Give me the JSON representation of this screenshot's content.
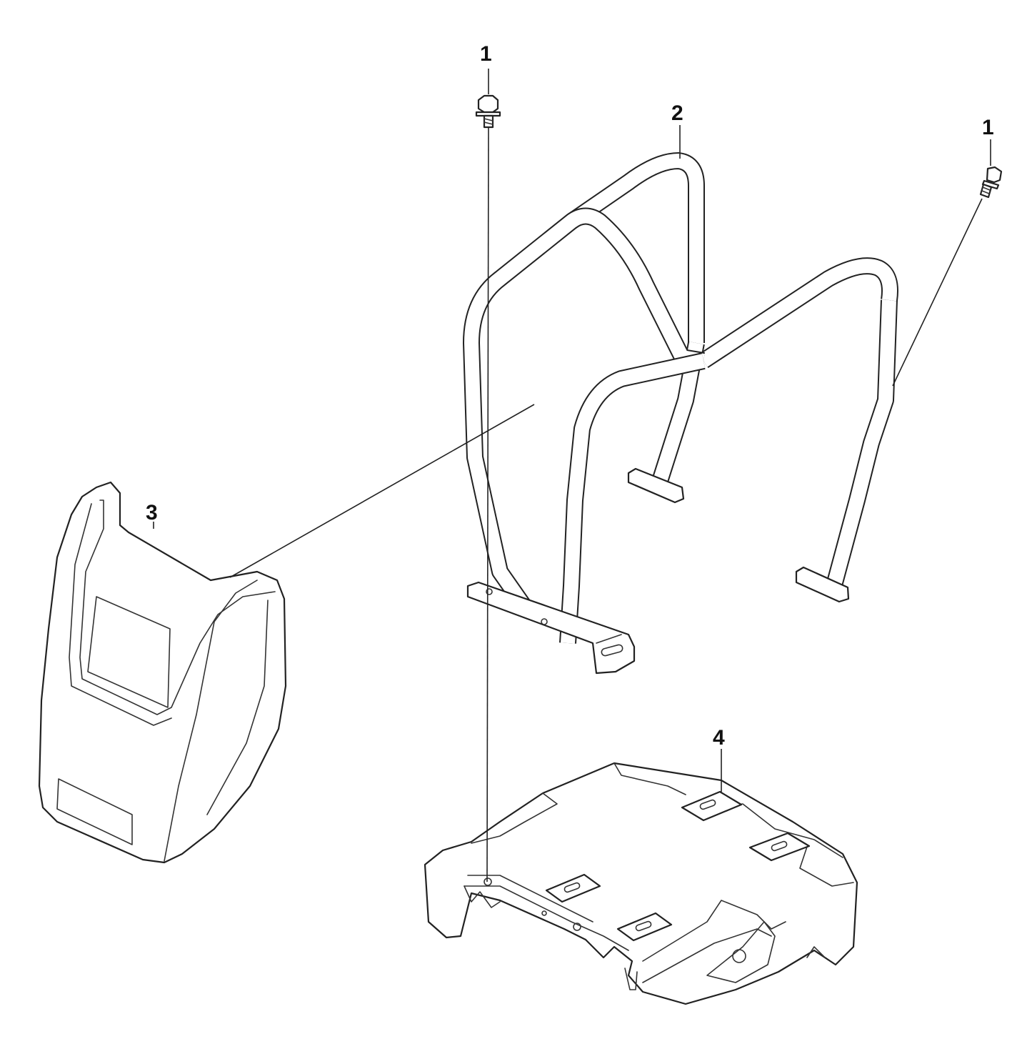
{
  "diagram": {
    "callouts": [
      {
        "id": "bolt-left",
        "label": "1"
      },
      {
        "id": "roll-bar",
        "label": "2"
      },
      {
        "id": "bolt-right",
        "label": "1"
      },
      {
        "id": "cover",
        "label": "3"
      },
      {
        "id": "base-plate",
        "label": "4"
      }
    ],
    "colors": {
      "line": "#222222",
      "background": "#ffffff"
    }
  }
}
